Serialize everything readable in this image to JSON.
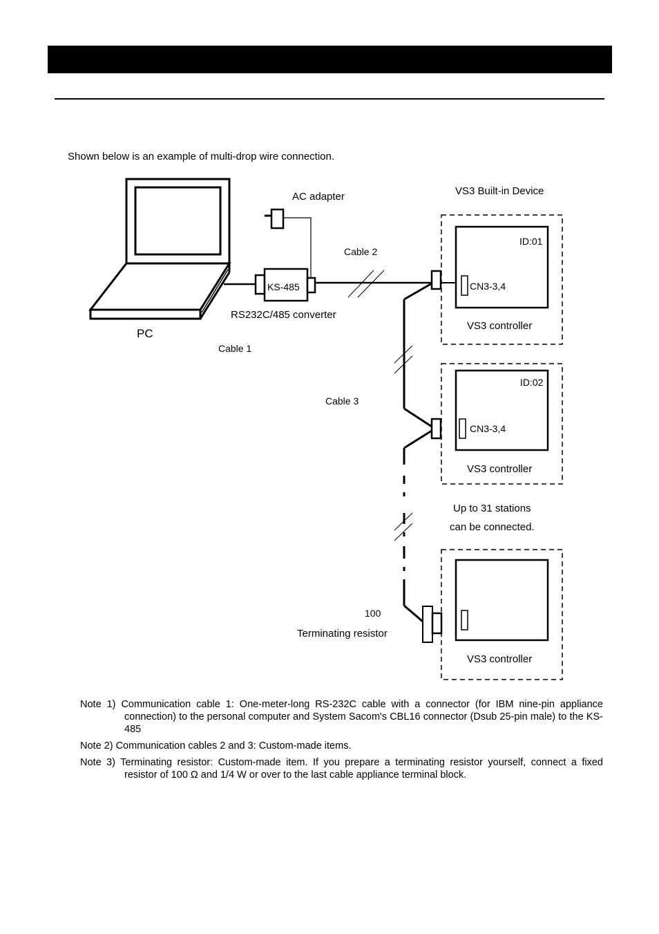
{
  "header": {
    "title": ""
  },
  "intro": "Shown below is an example of multi-drop wire connection.",
  "diagram": {
    "ac_adapter": "AC adapter",
    "built_in_device": "VS3 Built-in Device",
    "cable2": "Cable 2",
    "ks485": "KS-485",
    "converter": "RS232C/485 converter",
    "pc": "PC",
    "cable1": "Cable 1",
    "cable3": "Cable 3",
    "id1": "ID:01",
    "id2": "ID:02",
    "cn1": "CN3-3,4",
    "cn2": "CN3-3,4",
    "controller1": "VS3 controller",
    "controller2": "VS3 controller",
    "controller3": "VS3 controller",
    "stations_line1": "Up to 31 stations",
    "stations_line2": "can be connected.",
    "resistor_value": "100",
    "terminating_resistor": "Terminating resistor"
  },
  "notes": [
    "Note 1) Communication cable 1: One-meter-long RS-232C cable with a connector (for IBM nine-pin appliance connection) to the personal computer and System Sacom's CBL16 connector (Dsub 25-pin male) to the KS-485",
    "Note 2) Communication cables 2 and 3: Custom-made items.",
    "Note 3) Terminating resistor: Custom-made item. If you prepare a terminating resistor yourself, connect a fixed resistor of 100 Ω and 1/4 W or over to the last cable appliance terminal block."
  ]
}
